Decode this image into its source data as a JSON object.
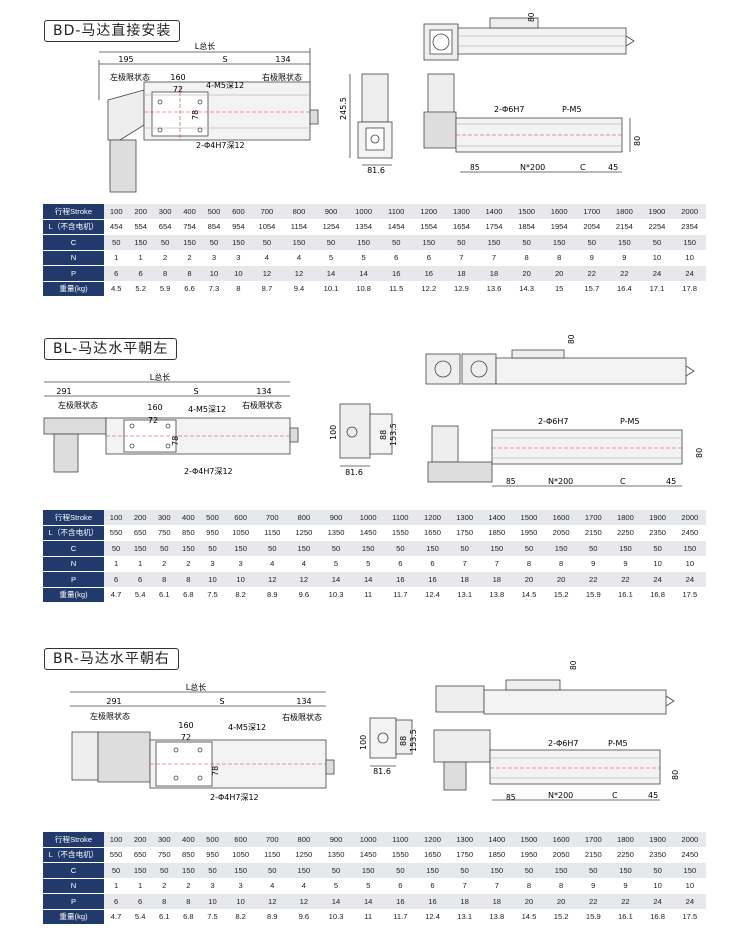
{
  "sections": [
    {
      "title": "BD-马达直接安装",
      "dims": {
        "total": "L总长",
        "left_offset": "195",
        "left_state": "左极限状态",
        "stroke": "S",
        "right_offset": "134",
        "right_state": "右极限状态",
        "carriage": "160",
        "hole_spacing": "72",
        "tap": "4-M5深12",
        "height": "78",
        "pin": "2-Φ4H7深12",
        "end_h": "245.5",
        "end_w": "81.6",
        "top_h": "80",
        "side_pin": "2-Φ6H7",
        "side_tap": "P-M5",
        "side_h": "80",
        "a": "85",
        "pitch": "N*200",
        "c": "C",
        "b": "45"
      },
      "rows": {
        "stroke": {
          "label": "行程Stroke",
          "values": [
            "100",
            "200",
            "300",
            "400",
            "500",
            "600",
            "700",
            "800",
            "900",
            "1000",
            "1100",
            "1200",
            "1300",
            "1400",
            "1500",
            "1600",
            "1700",
            "1800",
            "1900",
            "2000"
          ]
        },
        "L": {
          "label": "L（不含电机）",
          "values": [
            "454",
            "554",
            "654",
            "754",
            "854",
            "954",
            "1054",
            "1154",
            "1254",
            "1354",
            "1454",
            "1554",
            "1654",
            "1754",
            "1854",
            "1954",
            "2054",
            "2154",
            "2254",
            "2354"
          ]
        },
        "C": {
          "label": "C",
          "values": [
            "50",
            "150",
            "50",
            "150",
            "50",
            "150",
            "50",
            "150",
            "50",
            "150",
            "50",
            "150",
            "50",
            "150",
            "50",
            "150",
            "50",
            "150",
            "50",
            "150"
          ]
        },
        "N": {
          "label": "N",
          "values": [
            "1",
            "1",
            "2",
            "2",
            "3",
            "3",
            "4",
            "4",
            "5",
            "5",
            "6",
            "6",
            "7",
            "7",
            "8",
            "8",
            "9",
            "9",
            "10",
            "10"
          ]
        },
        "P": {
          "label": "P",
          "values": [
            "6",
            "6",
            "8",
            "8",
            "10",
            "10",
            "12",
            "12",
            "14",
            "14",
            "16",
            "16",
            "18",
            "18",
            "20",
            "20",
            "22",
            "22",
            "24",
            "24"
          ]
        },
        "weight": {
          "label": "重量(kg)",
          "values": [
            "4.5",
            "5.2",
            "5.9",
            "6.6",
            "7.3",
            "8",
            "8.7",
            "9.4",
            "10.1",
            "10.8",
            "11.5",
            "12.2",
            "12.9",
            "13.6",
            "14.3",
            "15",
            "15.7",
            "16.4",
            "17.1",
            "17.8"
          ]
        }
      }
    },
    {
      "title": "BL-马达水平朝左",
      "dims": {
        "total": "L总长",
        "left_offset": "291",
        "left_state": "左极限状态",
        "stroke": "S",
        "right_offset": "134",
        "right_state": "右极限状态",
        "carriage": "160",
        "hole_spacing": "72",
        "tap": "4-M5深12",
        "height": "78",
        "pin": "2-Φ4H7深12",
        "end_h": "100",
        "end_h2": "88",
        "end_h3": "153.5",
        "end_w": "81.6",
        "top_h": "80",
        "side_pin": "2-Φ6H7",
        "side_tap": "P-M5",
        "side_h": "80",
        "a": "85",
        "pitch": "N*200",
        "c": "C",
        "b": "45"
      },
      "rows": {
        "stroke": {
          "label": "行程Stroke",
          "values": [
            "100",
            "200",
            "300",
            "400",
            "500",
            "600",
            "700",
            "800",
            "900",
            "1000",
            "1100",
            "1200",
            "1300",
            "1400",
            "1500",
            "1600",
            "1700",
            "1800",
            "1900",
            "2000"
          ]
        },
        "L": {
          "label": "L（不含电机）",
          "values": [
            "550",
            "650",
            "750",
            "850",
            "950",
            "1050",
            "1150",
            "1250",
            "1350",
            "1450",
            "1550",
            "1650",
            "1750",
            "1850",
            "1950",
            "2050",
            "2150",
            "2250",
            "2350",
            "2450"
          ]
        },
        "C": {
          "label": "C",
          "values": [
            "50",
            "150",
            "50",
            "150",
            "50",
            "150",
            "50",
            "150",
            "50",
            "150",
            "50",
            "150",
            "50",
            "150",
            "50",
            "150",
            "50",
            "150",
            "50",
            "150"
          ]
        },
        "N": {
          "label": "N",
          "values": [
            "1",
            "1",
            "2",
            "2",
            "3",
            "3",
            "4",
            "4",
            "5",
            "5",
            "6",
            "6",
            "7",
            "7",
            "8",
            "8",
            "9",
            "9",
            "10",
            "10"
          ]
        },
        "P": {
          "label": "P",
          "values": [
            "6",
            "6",
            "8",
            "8",
            "10",
            "10",
            "12",
            "12",
            "14",
            "14",
            "16",
            "16",
            "18",
            "18",
            "20",
            "20",
            "22",
            "22",
            "24",
            "24"
          ]
        },
        "weight": {
          "label": "重量(kg)",
          "values": [
            "4.7",
            "5.4",
            "6.1",
            "6.8",
            "7.5",
            "8.2",
            "8.9",
            "9.6",
            "10.3",
            "11",
            "11.7",
            "12.4",
            "13.1",
            "13.8",
            "14.5",
            "15.2",
            "15.9",
            "16.1",
            "16.8",
            "17.5"
          ]
        }
      }
    },
    {
      "title": "BR-马达水平朝右",
      "dims": {
        "total": "L总长",
        "left_offset": "291",
        "left_state": "左极限状态",
        "stroke": "S",
        "right_offset": "134",
        "right_state": "右极限状态",
        "carriage": "160",
        "hole_spacing": "72",
        "tap": "4-M5深12",
        "height": "78",
        "pin": "2-Φ4H7深12",
        "end_h": "100",
        "end_h2": "88",
        "end_h3": "153.5",
        "end_w": "81.6",
        "top_h": "80",
        "side_pin": "2-Φ6H7",
        "side_tap": "P-M5",
        "side_h": "80",
        "a": "85",
        "pitch": "N*200",
        "c": "C",
        "b": "45"
      },
      "rows": {
        "stroke": {
          "label": "行程Stroke",
          "values": [
            "100",
            "200",
            "300",
            "400",
            "500",
            "600",
            "700",
            "800",
            "900",
            "1000",
            "1100",
            "1200",
            "1300",
            "1400",
            "1500",
            "1600",
            "1700",
            "1800",
            "1900",
            "2000"
          ]
        },
        "L": {
          "label": "L（不含电机）",
          "values": [
            "550",
            "650",
            "750",
            "850",
            "950",
            "1050",
            "1150",
            "1250",
            "1350",
            "1450",
            "1550",
            "1650",
            "1750",
            "1850",
            "1950",
            "2050",
            "2150",
            "2250",
            "2350",
            "2450"
          ]
        },
        "C": {
          "label": "C",
          "values": [
            "50",
            "150",
            "50",
            "150",
            "50",
            "150",
            "50",
            "150",
            "50",
            "150",
            "50",
            "150",
            "50",
            "150",
            "50",
            "150",
            "50",
            "150",
            "50",
            "150"
          ]
        },
        "N": {
          "label": "N",
          "values": [
            "1",
            "1",
            "2",
            "2",
            "3",
            "3",
            "4",
            "4",
            "5",
            "5",
            "6",
            "6",
            "7",
            "7",
            "8",
            "8",
            "9",
            "9",
            "10",
            "10"
          ]
        },
        "P": {
          "label": "P",
          "values": [
            "6",
            "6",
            "8",
            "8",
            "10",
            "10",
            "12",
            "12",
            "14",
            "14",
            "16",
            "16",
            "18",
            "18",
            "20",
            "20",
            "22",
            "22",
            "24",
            "24"
          ]
        },
        "weight": {
          "label": "重量(kg)",
          "values": [
            "4.7",
            "5.4",
            "6.1",
            "6.8",
            "7.5",
            "8.2",
            "8.9",
            "9.6",
            "10.3",
            "11",
            "11.7",
            "12.4",
            "13.1",
            "13.8",
            "14.5",
            "15.2",
            "15.9",
            "16.1",
            "16.8",
            "17.5"
          ]
        }
      }
    }
  ]
}
